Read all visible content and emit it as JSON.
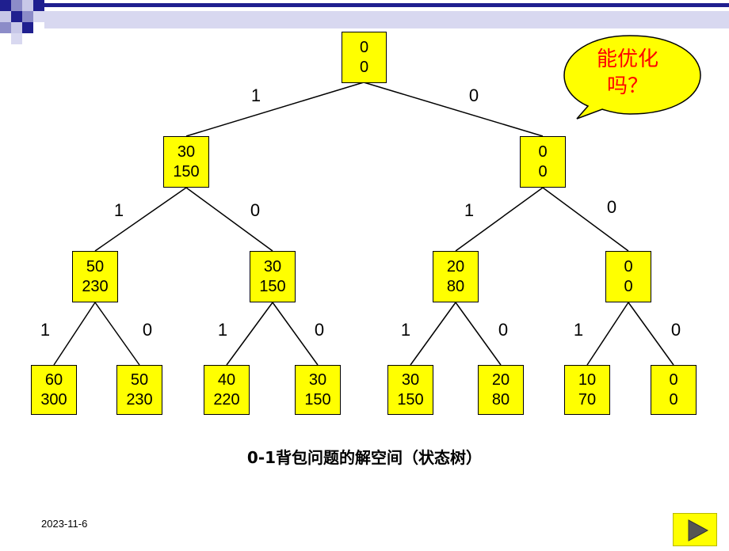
{
  "tree": {
    "nodes": {
      "root": {
        "top": "0",
        "bottom": "0"
      },
      "l1_left": {
        "top": "30",
        "bottom": "150"
      },
      "l1_right": {
        "top": "0",
        "bottom": "0"
      },
      "l2_a": {
        "top": "50",
        "bottom": "230"
      },
      "l2_b": {
        "top": "30",
        "bottom": "150"
      },
      "l2_c": {
        "top": "20",
        "bottom": "80"
      },
      "l2_d": {
        "top": "0",
        "bottom": "0"
      },
      "l3_1": {
        "top": "60",
        "bottom": "300"
      },
      "l3_2": {
        "top": "50",
        "bottom": "230"
      },
      "l3_3": {
        "top": "40",
        "bottom": "220"
      },
      "l3_4": {
        "top": "30",
        "bottom": "150"
      },
      "l3_5": {
        "top": "30",
        "bottom": "150"
      },
      "l3_6": {
        "top": "20",
        "bottom": "80"
      },
      "l3_7": {
        "top": "10",
        "bottom": "70"
      },
      "l3_8": {
        "top": "0",
        "bottom": "0"
      }
    },
    "edge_labels": {
      "root_l1_left": "1",
      "root_l1_right": "0",
      "l1_left_l2_a": "1",
      "l1_left_l2_b": "0",
      "l1_right_l2_c": "1",
      "l1_right_l2_d": "0",
      "l2_a_l3_1": "1",
      "l2_a_l3_2": "0",
      "l2_b_l3_3": "1",
      "l2_b_l3_4": "0",
      "l2_c_l3_5": "1",
      "l2_c_l3_6": "0",
      "l2_d_l3_7": "1",
      "l2_d_l3_8": "0"
    }
  },
  "callout": {
    "line1": "能优化",
    "line2": "吗？"
  },
  "caption": {
    "bold_part": "0-1",
    "rest": "背包问题的解空间（状态树）"
  },
  "footer": {
    "date": "2023-11-6"
  },
  "colors": {
    "node_fill": "#ffff00",
    "callout_text": "#ff0000",
    "deco_blue": "#1f1f8f"
  },
  "icons": {
    "next": "play-triangle-icon"
  }
}
